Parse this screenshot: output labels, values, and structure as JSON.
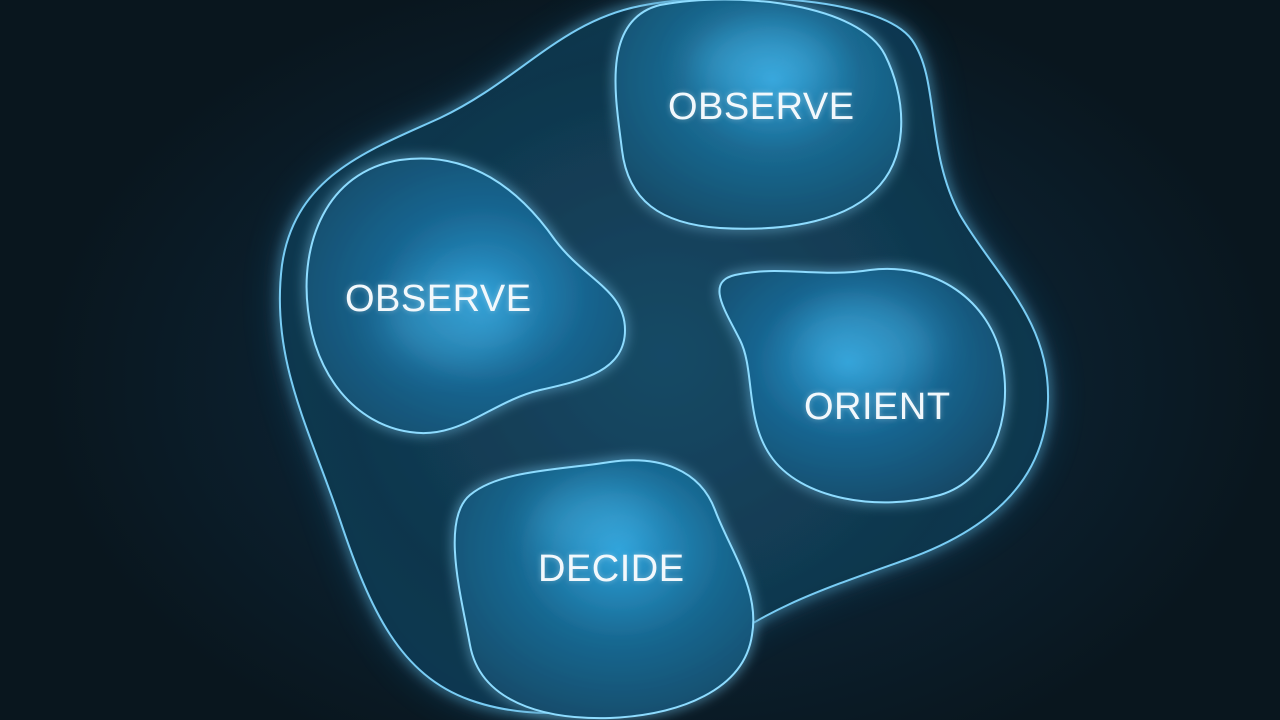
{
  "diagram": {
    "nodes": [
      {
        "id": "observe-top",
        "label": "OBSERVE"
      },
      {
        "id": "observe-left",
        "label": "OBSERVE"
      },
      {
        "id": "orient",
        "label": "ORIENT"
      },
      {
        "id": "decide",
        "label": "DECIDE"
      }
    ]
  },
  "colors": {
    "background": "#0b1a24",
    "blob_glow": "#2fa8e6",
    "outline": "#7fd6ff",
    "text": "#f2f8fc"
  }
}
